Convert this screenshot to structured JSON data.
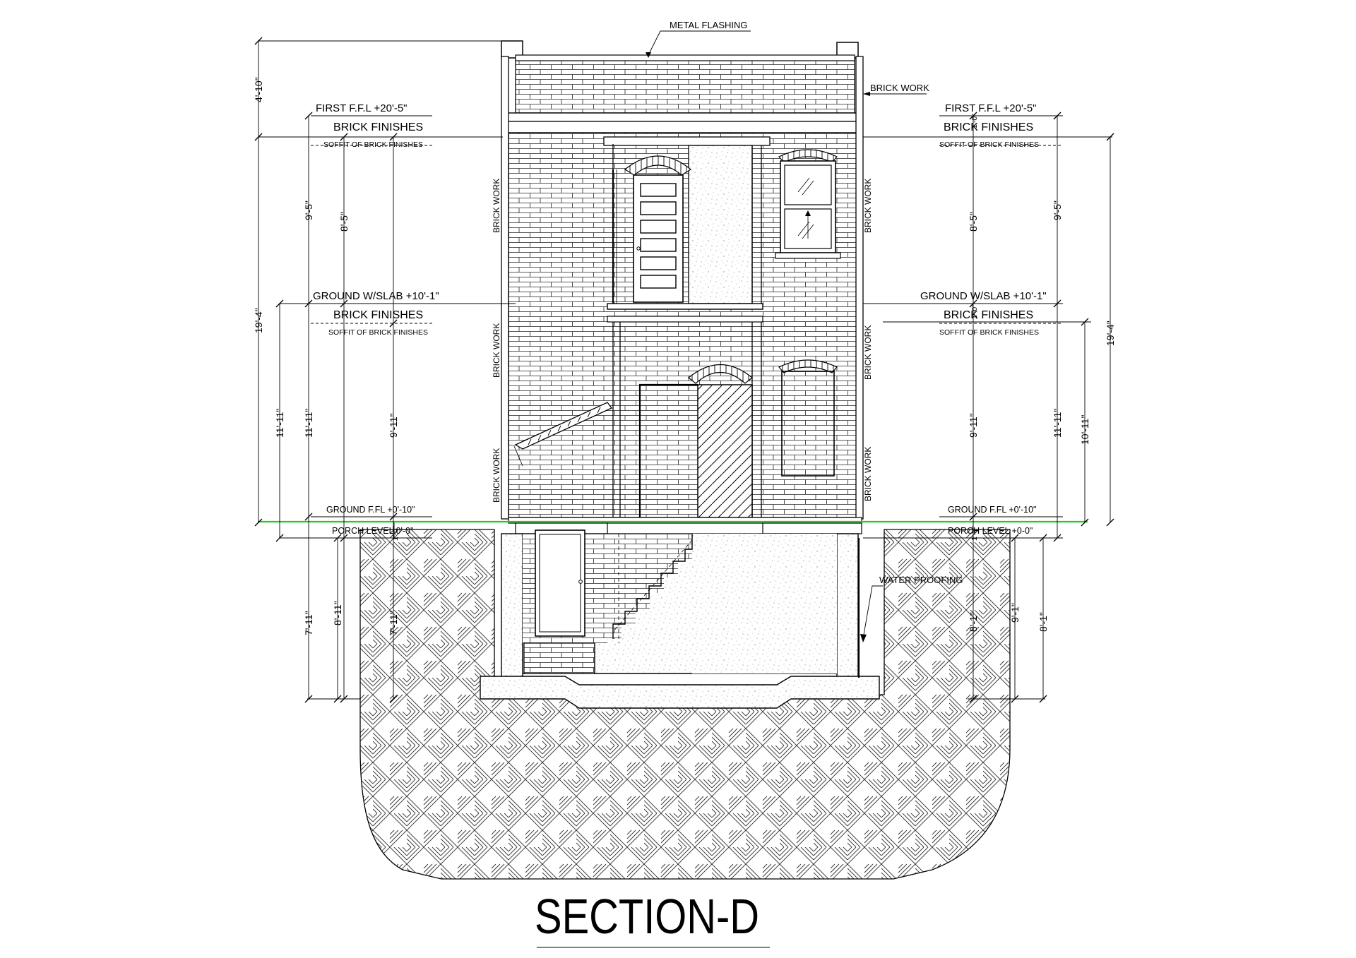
{
  "title": "SECTION-D",
  "notes": {
    "metal_flashing": "METAL FLASHING",
    "brick_work_roof": "BRICK WORK",
    "brick_work_wall": "BRICK WORK",
    "water_proofing": "WATER PROOFING"
  },
  "levels_left": {
    "first_ffl": "FIRST F.F.L +20'-5\"",
    "brick_finishes_1": "BRICK FINISHES",
    "soffit_1": "SOFFIT OF BRICK FINISHES",
    "ground_slab": "GROUND W/SLAB +10'-1\"",
    "brick_finishes_2": "BRICK FINISHES",
    "soffit_2": "SOFFIT OF BRICK FINISHES",
    "ground_ffl": "GROUND F.FL +0'-10\"",
    "porch_level": "PORCH LEVEL 0'-0\""
  },
  "levels_right": {
    "first_ffl": "FIRST F.F.L +20'-5\"",
    "brick_finishes_1": "BRICK FINISHES",
    "soffit_1": "SOFFIT OF BRICK FINISHES",
    "ground_slab": "GROUND W/SLAB +10'-1\"",
    "brick_finishes_2": "BRICK FINISHES",
    "soffit_2": "SOFFIT OF BRICK FINISHES",
    "ground_ffl": "GROUND F.FL +0'-10\"",
    "porch_level": "PORCH LEVEL +0-0\""
  },
  "dims_left": {
    "parapet": "4'-10\"",
    "overall": "19'-4\"",
    "upper_floor": "9'-5\"",
    "upper_clear": "8'-5\"",
    "lower_a": "11'-11\"",
    "lower_b": "11'-11\"",
    "lower_clear": "9'-11\"",
    "basement_a": "7'-11\"",
    "basement_b": "8'-11\"",
    "basement_c": "7'-11\"",
    "step": "1'-0\""
  },
  "dims_right": {
    "upper_clear": "8'-5\"",
    "upper_floor": "9'-5\"",
    "overall": "19'-4\"",
    "lower_clear": "9'-11\"",
    "lower_a": "11'-11\"",
    "lower_b": "10'-11\"",
    "basement_a": "8'-1\"",
    "basement_b": "9'-1\"",
    "basement_c": "8'-1\"",
    "step_1": "1'-0\"",
    "step_2": "1'-0\"",
    "step_3": "1'-0\""
  },
  "colors": {
    "ground_line": "#22cc22",
    "ink": "#000000",
    "paper": "#ffffff"
  }
}
